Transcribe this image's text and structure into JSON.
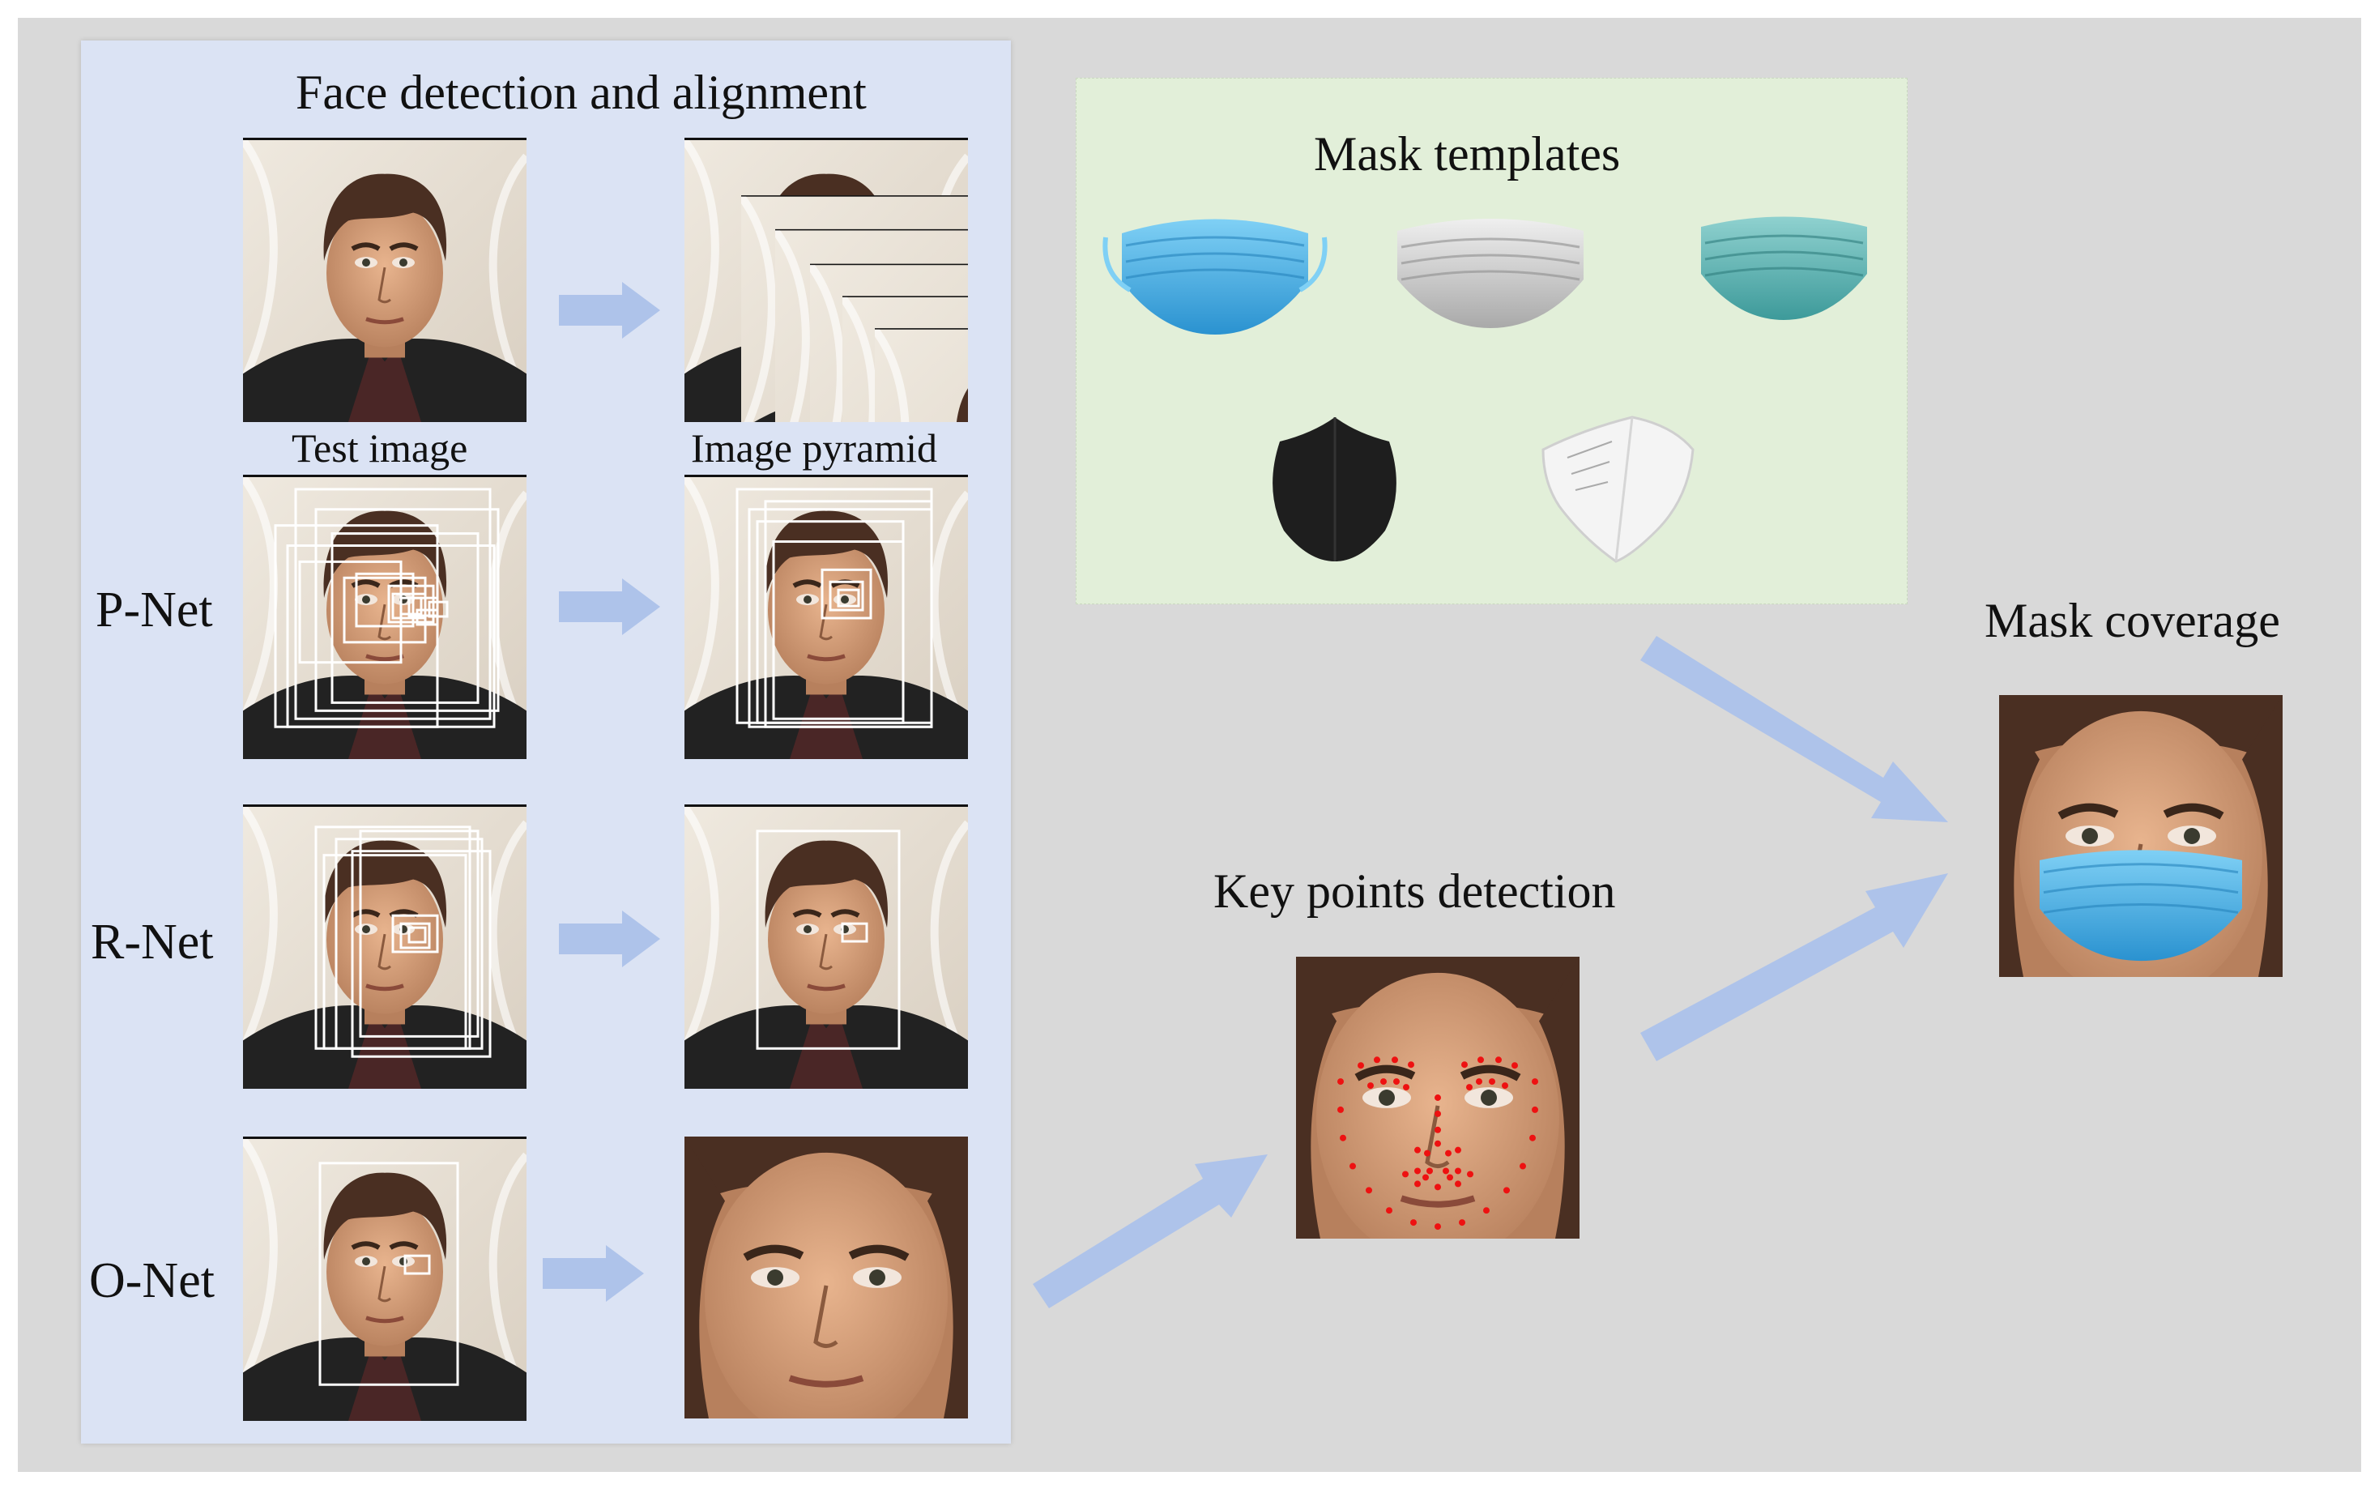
{
  "labels": {
    "section_title": "Face detection and alignment",
    "test_image": "Test image",
    "image_pyramid": "Image pyramid",
    "p_net": "P-Net",
    "r_net": "R-Net",
    "o_net": "O-Net",
    "mask_templates": "Mask templates",
    "key_points": "Key points detection",
    "mask_coverage": "Mask coverage"
  },
  "colors": {
    "background": "#d9d9d9",
    "left_panel": "#dbe3f4",
    "mask_panel": "#e2efd9",
    "arrow": "#aec3ea",
    "keypoint": "#ee1111",
    "box": "#ffffff"
  },
  "masks": [
    {
      "name": "blue-surgical-mask",
      "color": "#4ab3e8"
    },
    {
      "name": "gray-surgical-mask",
      "color": "#c8c8c8"
    },
    {
      "name": "teal-surgical-mask",
      "color": "#5fb3b3"
    },
    {
      "name": "black-cloth-mask",
      "color": "#1e1e1e"
    },
    {
      "name": "white-kn95-mask",
      "color": "#f4f4f4"
    }
  ]
}
